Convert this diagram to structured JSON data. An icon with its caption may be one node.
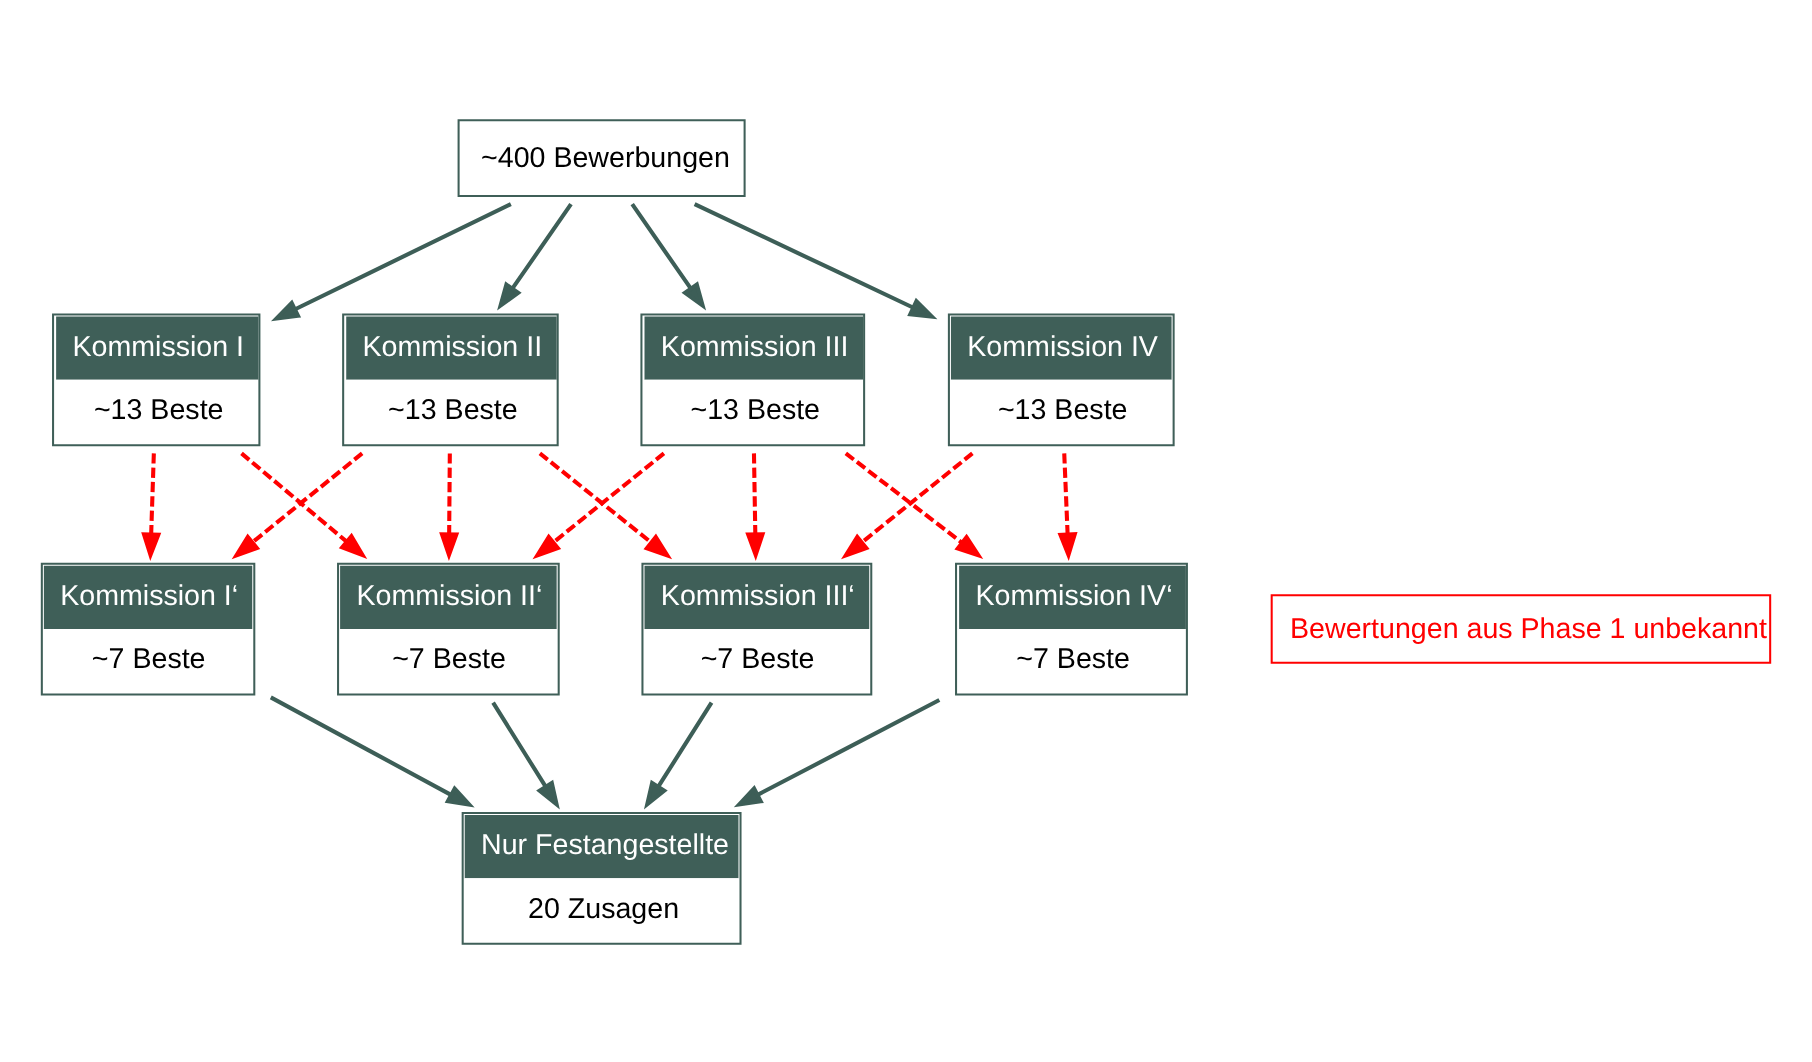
{
  "diagram": {
    "nodes": [
      {
        "text": [
          "~400 Bewerbungen"
        ]
      },
      {
        "text": [
          "Kommission I",
          "~13 Beste"
        ]
      },
      {
        "text": [
          "Kommission II",
          "~13 Beste"
        ]
      },
      {
        "text": [
          "Kommission III",
          "~13 Beste"
        ]
      },
      {
        "text": [
          "Kommission IV",
          "~13 Beste"
        ]
      },
      {
        "text": [
          "Bewertungen aus Phase 1 unbekannt"
        ]
      },
      {
        "text": [
          "Kommission I‘",
          "~7 Beste"
        ]
      },
      {
        "text": [
          "Kommission II‘",
          "~7 Beste"
        ]
      },
      {
        "text": [
          "Kommission III‘",
          "~7 Beste"
        ]
      },
      {
        "text": [
          "Kommission IV‘",
          "~7 Beste"
        ]
      },
      {
        "text": [
          "Nur Festangestellte",
          "20 Zusagen"
        ]
      }
    ],
    "edges": [
      {
        "from": 0,
        "to": 1,
        "arrow": "to",
        "color": "#3d5e57"
      },
      {
        "from": 0,
        "to": 2,
        "arrow": "to",
        "color": "#3d5e57"
      },
      {
        "from": 0,
        "to": 3,
        "arrow": "to",
        "color": "#3d5e57"
      },
      {
        "from": 0,
        "to": 4,
        "arrow": "to",
        "color": "#3d5e57"
      },
      {
        "from": 1,
        "to": 6,
        "arrow": "to",
        "style": "dashed"
      },
      {
        "from": 1,
        "to": 7,
        "arrow": "to",
        "style": "dashed"
      },
      {
        "from": 2,
        "to": 6,
        "arrow": "to",
        "style": "dashed"
      },
      {
        "from": 2,
        "to": 7,
        "arrow": "to",
        "style": "dashed"
      },
      {
        "from": 2,
        "to": 8,
        "arrow": "to",
        "style": "dashed"
      },
      {
        "from": 3,
        "to": 7,
        "arrow": "to",
        "style": "dashed"
      },
      {
        "from": 3,
        "to": 8,
        "arrow": "to",
        "style": "dashed"
      },
      {
        "from": 3,
        "to": 9,
        "arrow": "to",
        "style": "dashed"
      },
      {
        "from": 4,
        "to": 8,
        "arrow": "to",
        "style": "dashed"
      },
      {
        "from": 4,
        "to": 9,
        "arrow": "to",
        "style": "dashed"
      },
      {
        "from": 6,
        "to": 10,
        "arrow": "to",
        "color": "#3d5e57"
      },
      {
        "from": 7,
        "to": 10,
        "arrow": "to",
        "color": "#3d5e57"
      },
      {
        "from": 8,
        "to": 10,
        "arrow": "to",
        "color": "#3d5e57"
      },
      {
        "from": 9,
        "to": 10,
        "arrow": "to",
        "color": "#3d5e57"
      }
    ]
  }
}
